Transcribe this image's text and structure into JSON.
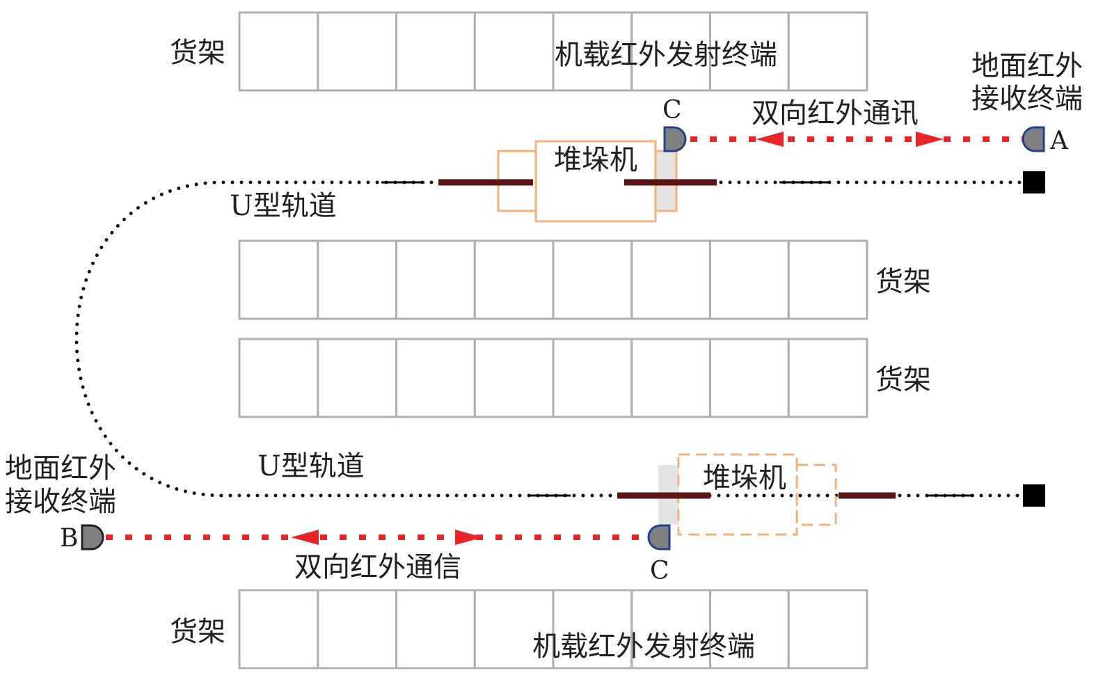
{
  "labels": {
    "shelf": "货架",
    "onboard_emitter": "机载红外发射终端",
    "ground_receiver_line1": "地面红外",
    "ground_receiver_line2": "接收终端",
    "stacker": "堆垛机",
    "track": "U型轨道",
    "comm_top": "双向红外通讯",
    "comm_bottom": "双向红外通信",
    "point_a": "A",
    "point_b": "B",
    "point_c": "C"
  },
  "colors": {
    "shelf_stroke": "#b5adab",
    "stacker_stroke": "#f3b07a",
    "infrared_link": "#e8262a",
    "terminal_fill": "#808080",
    "terminal_stroke": "#1f3f8f",
    "rail_bar": "#5a1515",
    "track_dots": "#111111",
    "end_block": "#000000"
  },
  "structure": {
    "shelf_rows": 4,
    "cells_per_row": 8
  }
}
